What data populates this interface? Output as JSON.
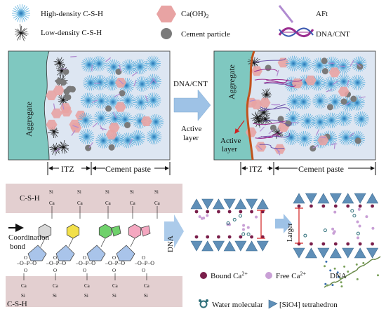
{
  "legend": {
    "high_density": "High-density C-S-H",
    "low_density": "Low-density C-S-H",
    "caoh2_base": "Ca(OH)",
    "caoh2_sub": "2",
    "cement_particle": "Cement particle",
    "aft": "AFt",
    "dna_cnt": "DNA/CNT"
  },
  "top_left": {
    "aggregate": "Aggregate",
    "itz": "ITZ",
    "cement_paste": "Cement paste"
  },
  "middle": {
    "line1": "DNA/CNT",
    "line2": "Active",
    "line3": "layer"
  },
  "top_right": {
    "aggregate": "Aggregate",
    "active_l1": "Active",
    "active_l2": "layer",
    "itz": "ITZ",
    "cement_paste": "Cement paste"
  },
  "bottom_left": {
    "csh_top": "C-S-H",
    "csh_bottom": "C-S-H",
    "coordination_l1": "Coordination",
    "coordination_l2": "bond",
    "dna": "DNA"
  },
  "bottom_right": {
    "larger": "Larger",
    "bound_ca": "Bound Ca",
    "bound_ca_sup": "2+",
    "free_ca": "Free Ca",
    "free_ca_sup": "2+",
    "dna": "DNA",
    "water": "Water molecular",
    "sio4": "[SiO4] tetrahedron"
  },
  "colors": {
    "aggregate": "#7fc8c0",
    "paste_bg": "#dde6f2",
    "hex_pink": "#e8a3a3",
    "particle": "#7a7a7a",
    "csh_blue": "#5aaedc",
    "aft_purple": "#9b6bb0",
    "active_layer": "#c0531d",
    "csh_band": "#e3cfd0",
    "arrow_blue": "#9ec2e6",
    "bound_ca": "#7a1e4a",
    "free_ca": "#c9a0d6",
    "tetra": "#5f8fb8"
  }
}
